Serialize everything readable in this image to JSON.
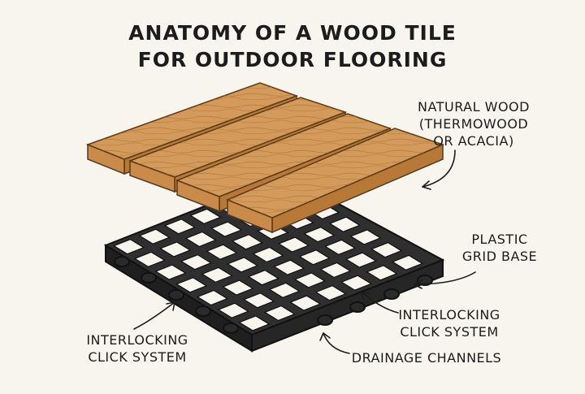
{
  "title": {
    "line1": "ANATOMY OF A WOOD TILE",
    "line2": "FOR OUTDOOR FLOORING"
  },
  "labels": {
    "natural_wood": {
      "line1": "NATURAL WOOD",
      "line2": "(THERMOWOOD",
      "line3": "OR ACACIA)"
    },
    "plastic_grid": {
      "line1": "PLASTIC",
      "line2": "GRID BASE"
    },
    "interlocking_right": {
      "line1": "INTERLOCKING",
      "line2": "CLICK SYSTEM"
    },
    "interlocking_left": {
      "line1": "INTERLOCKING",
      "line2": "CLICK SYSTEM"
    },
    "drainage": {
      "line1": "DRAINAGE CHANNELS"
    }
  },
  "colors": {
    "background": "#f8f5ef",
    "wood_top": "#d39a5c",
    "wood_front": "#b87838",
    "wood_end": "#c98a4a",
    "grid": "#2b2b2b",
    "grid_side": "#1c1c1c",
    "ink": "#1c1c1c"
  }
}
